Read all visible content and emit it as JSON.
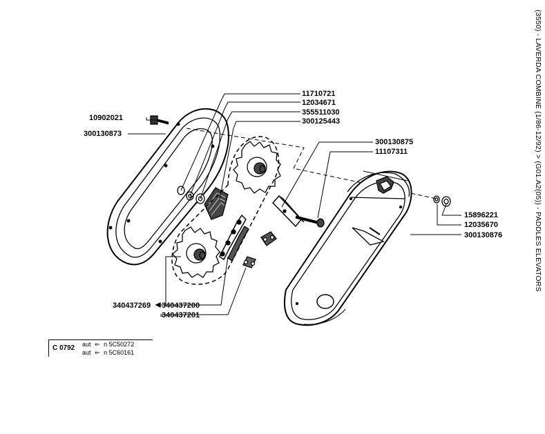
{
  "side_title": "(3550) - LAVERDA COMBINE (1/86-12/92) > (G01.A2(05)) - PADDLES ELEVATORS",
  "labels": {
    "bolt": "10902021",
    "cover_left": "300130873",
    "p11710721": "11710721",
    "p12034671": "12034671",
    "p355511030": "355511030",
    "p300125443": "300125443",
    "p300130875": "300130875",
    "p11107311": "11107311",
    "p15896221": "15896221",
    "p12035670": "12035670",
    "cover_right": "300130876",
    "chain": "340437269",
    "p340437200": "340437200",
    "p340437201": "340437201"
  },
  "reference": {
    "code": "C 0792",
    "lines": [
      {
        "prefix": "aut",
        "arrow": "⇐",
        "n": "n",
        "serial": "5C50272"
      },
      {
        "prefix": "aut",
        "arrow": "⇐",
        "n": "n",
        "serial": "5C60161"
      }
    ]
  }
}
